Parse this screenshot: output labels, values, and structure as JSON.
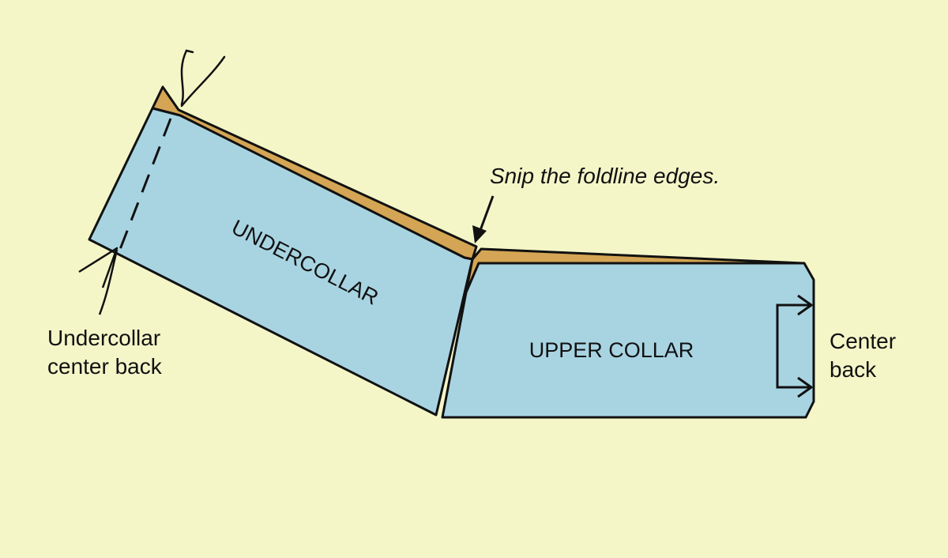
{
  "diagram": {
    "annotations": {
      "snip_note": "Snip the foldline edges.",
      "undercollar_center_back_line1": "Undercollar",
      "undercollar_center_back_line2": "center back",
      "center_back_line1": "Center",
      "center_back_line2": "back"
    },
    "pieces": {
      "undercollar": "UNDERCOLLAR",
      "upper_collar": "UPPER COLLAR"
    },
    "colors": {
      "background": "#f4f6c8",
      "fabric_blue": "#a8d4e2",
      "seam_allowance": "#d4a554",
      "outline": "#111111"
    }
  }
}
